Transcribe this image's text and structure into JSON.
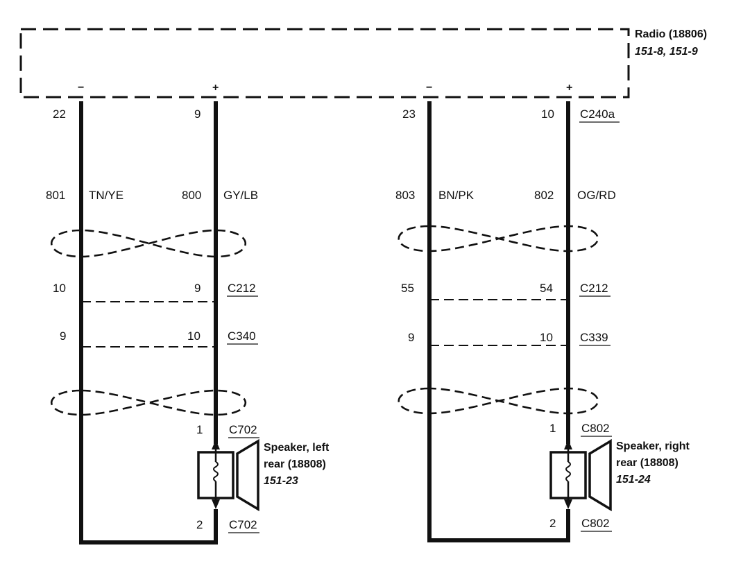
{
  "radio": {
    "label": "Radio (18806)",
    "ref": "151-8, 151-9",
    "connector": "C240a"
  },
  "circuits": [
    {
      "id": "left",
      "minus": {
        "polarity": "−",
        "radio_pin": "22",
        "circuit": "801",
        "color": "TN/YE",
        "c212_pin": "10",
        "mid_pin": "9"
      },
      "plus": {
        "polarity": "+",
        "radio_pin": "9",
        "circuit": "800",
        "color": "GY/LB",
        "c212_pin": "9",
        "mid_pin": "10"
      },
      "c212": "C212",
      "mid_connector": "C340",
      "speaker": {
        "pin_top": "1",
        "pin_bottom": "2",
        "connector": "C702",
        "name_line1": "Speaker, left",
        "name_line2": "rear (18808)",
        "ref": "151-23"
      }
    },
    {
      "id": "right",
      "minus": {
        "polarity": "−",
        "radio_pin": "23",
        "circuit": "803",
        "color": "BN/PK",
        "c212_pin": "55",
        "mid_pin": "9"
      },
      "plus": {
        "polarity": "+",
        "radio_pin": "10",
        "circuit": "802",
        "color": "OG/RD",
        "c212_pin": "54",
        "mid_pin": "10"
      },
      "c212": "C212",
      "mid_connector": "C339",
      "speaker": {
        "pin_top": "1",
        "pin_bottom": "2",
        "connector": "C802",
        "name_line1": "Speaker, right",
        "name_line2": "rear (18808)",
        "ref": "151-24"
      }
    }
  ]
}
